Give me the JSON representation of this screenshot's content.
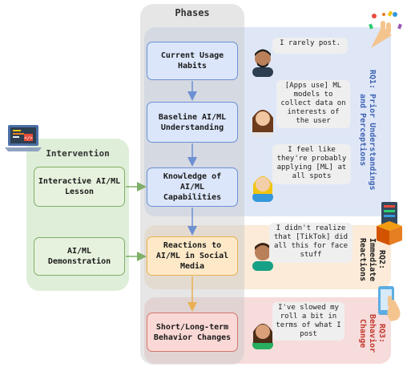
{
  "phases_title": "Phases",
  "intervention_title": "Intervention",
  "phases": [
    {
      "label": "Current Usage Habits"
    },
    {
      "label": "Baseline AI/ML Understanding"
    },
    {
      "label": "Knowledge of AI/ML Capabilities"
    },
    {
      "label": "Reactions to AI/ML in Social Media"
    },
    {
      "label": "Short/Long-term Behavior Changes"
    }
  ],
  "interventions": [
    {
      "label": "Interactive AI/ML Lesson"
    },
    {
      "label": "AI/ML Demonstration"
    }
  ],
  "quotes": [
    "I rarely post.",
    "[Apps use] ML models to collect data on interests of the user",
    "I feel like they're probably applying [ML] at all spots",
    "I didn't realize that [TikTok] did all this for face stuff",
    "I've slowed my roll a bit in terms of what I post"
  ],
  "research_questions": [
    {
      "label": "RQ1: Prior Understandings and Perceptions",
      "color": "#3f63b3"
    },
    {
      "label": "RQ2: Immediate Reactions",
      "color": "#1a1a1a"
    },
    {
      "label": "RQ3: Behavior Change",
      "color": "#c0392b"
    }
  ],
  "colors": {
    "rq1_band": "#dfe7f7",
    "rq2_band": "#fbebd8",
    "rq3_band": "#f7dcdc",
    "intervention_panel": "#dfeed8",
    "arrow_blue": "#6d90d2",
    "arrow_orange": "#e8b050",
    "arrow_green": "#7fb069"
  }
}
